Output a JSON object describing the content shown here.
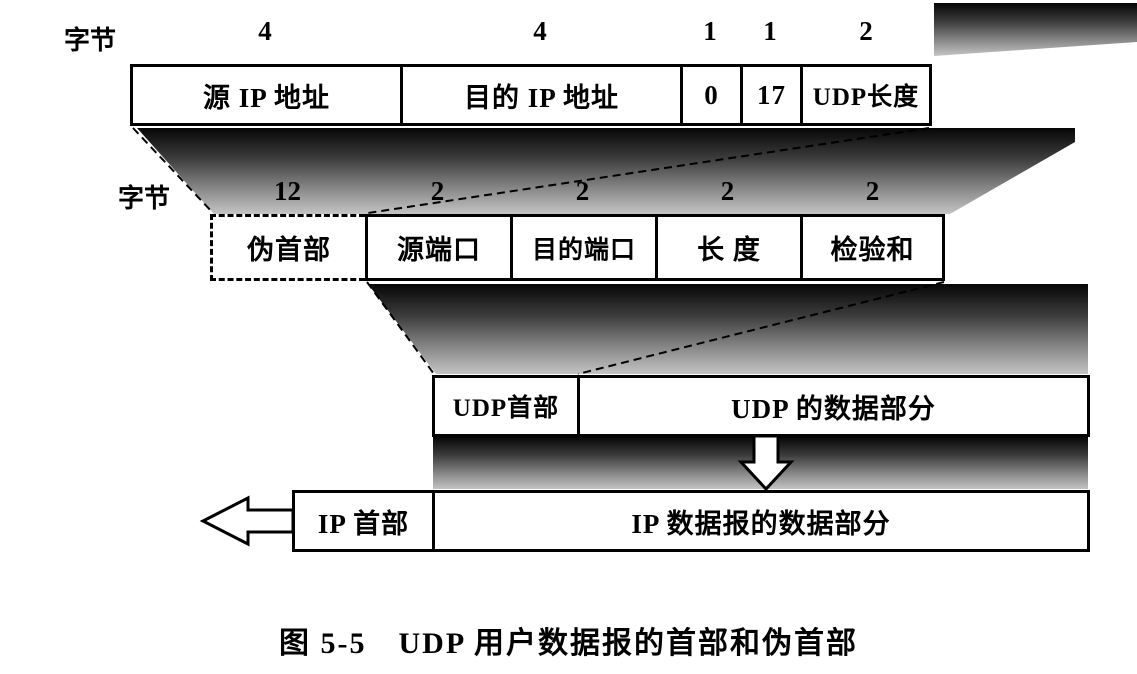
{
  "figure": {
    "caption": "图 5-5　UDP 用户数据报的首部和伪首部"
  },
  "pseudo_header_row": {
    "unit_label": "字节",
    "fields": [
      {
        "label": "源 IP 地址",
        "bytes": "4"
      },
      {
        "label": "目的 IP 地址",
        "bytes": "4"
      },
      {
        "label": "0",
        "bytes": "1"
      },
      {
        "label": "17",
        "bytes": "1"
      },
      {
        "label": "UDP长度",
        "bytes": "2"
      }
    ]
  },
  "udp_row": {
    "unit_label": "字节",
    "fields": [
      {
        "label": "伪首部",
        "bytes": "12"
      },
      {
        "label": "源端口",
        "bytes": "2"
      },
      {
        "label": "目的端口",
        "bytes": "2"
      },
      {
        "label": "长 度",
        "bytes": "2"
      },
      {
        "label": "检验和",
        "bytes": "2"
      }
    ]
  },
  "udp_datagram_row": {
    "header_label": "UDP首部",
    "data_label": "UDP 的数据部分"
  },
  "ip_datagram_row": {
    "header_label": "IP 首部",
    "data_label": "IP 数据报的数据部分"
  },
  "colors": {
    "line": "#000000",
    "shadow_dark": "#060606",
    "shadow_light": "#c4c4c4",
    "background": "#ffffff"
  }
}
